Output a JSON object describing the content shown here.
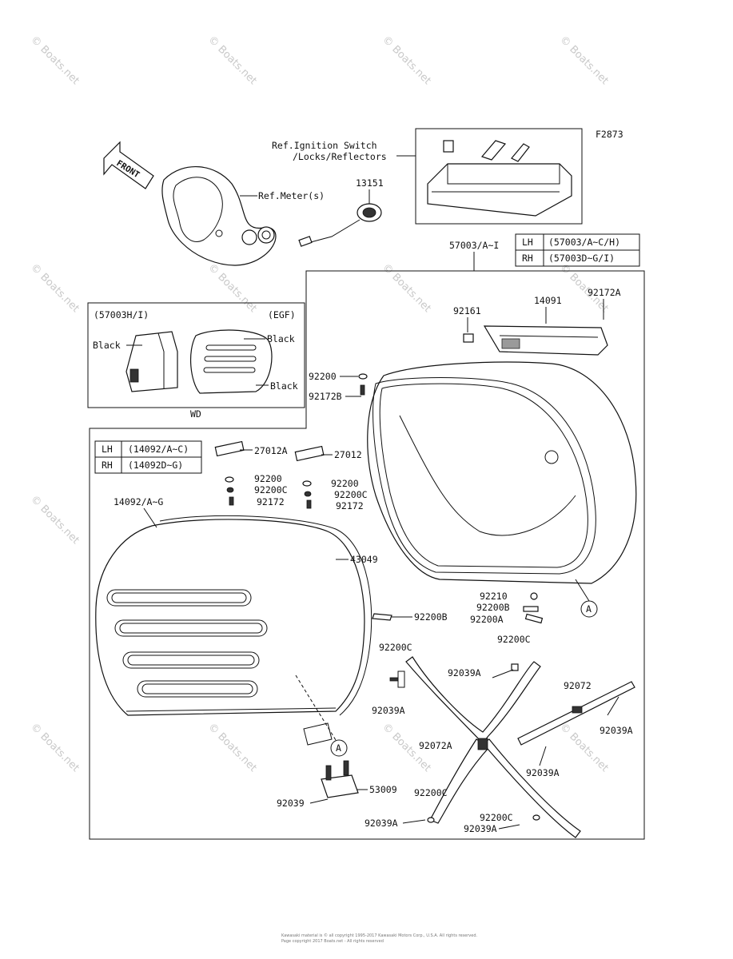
{
  "figure_code": "F2873",
  "front_arrow": "FRONT",
  "references": {
    "ignition": "Ref.Ignition Switch\n/Locks/Reflectors",
    "meter": "Ref.Meter(s)"
  },
  "assembly_label": "57003/A~I",
  "assembly_table": [
    {
      "side": "LH",
      "code": "(57003/A~C/H)"
    },
    {
      "side": "RH",
      "code": "(57003D~G/I)"
    }
  ],
  "lid_table": [
    {
      "side": "LH",
      "code": "(14092/A~C)"
    },
    {
      "side": "RH",
      "code": "(14092D~G)"
    }
  ],
  "inset": {
    "header_left": "(57003H/I)",
    "header_right": "(EGF)",
    "black_left": "Black",
    "black_right_top": "Black",
    "black_right_bottom": "Black",
    "caption": "WD"
  },
  "parts": {
    "p13151": "13151",
    "p92172A": "92172A",
    "p14091": "14091",
    "p92161": "92161",
    "p92200_top": "92200",
    "p92172B": "92172B",
    "p27012A": "27012A",
    "p27012": "27012",
    "p92200_l": "92200",
    "p92200C_l": "92200C",
    "p92172_l": "92172",
    "p92200_r": "92200",
    "p92200C_r": "92200C",
    "p92172_r": "92172",
    "p14092": "14092/A~G",
    "p43049": "43049",
    "p92210": "92210",
    "p92200B_r": "92200B",
    "p92200A": "92200A",
    "p92200B_c": "92200B",
    "p92200C_a": "92200C",
    "p92200C_b": "92200C",
    "p92039A_a": "92039A",
    "p92039A_b": "92039A",
    "p92072": "92072",
    "p92039A_c": "92039A",
    "p92072A": "92072A",
    "p92039A_d": "92039A",
    "p92039": "92039",
    "p53009": "53009",
    "p92200C_c": "92200C",
    "p92039A_e": "92039A",
    "p92200C_d": "92200C",
    "p92039A_f": "92039A"
  },
  "callout": "A",
  "watermark": "© Boats.net",
  "footer": {
    "line1": "Kawasaki material is © all copyright 1995-2017 Kawasaki Motors Corp., U.S.A. All rights reserved.",
    "line2": "Page copyright 2017 Boats.net - All rights reserved"
  }
}
